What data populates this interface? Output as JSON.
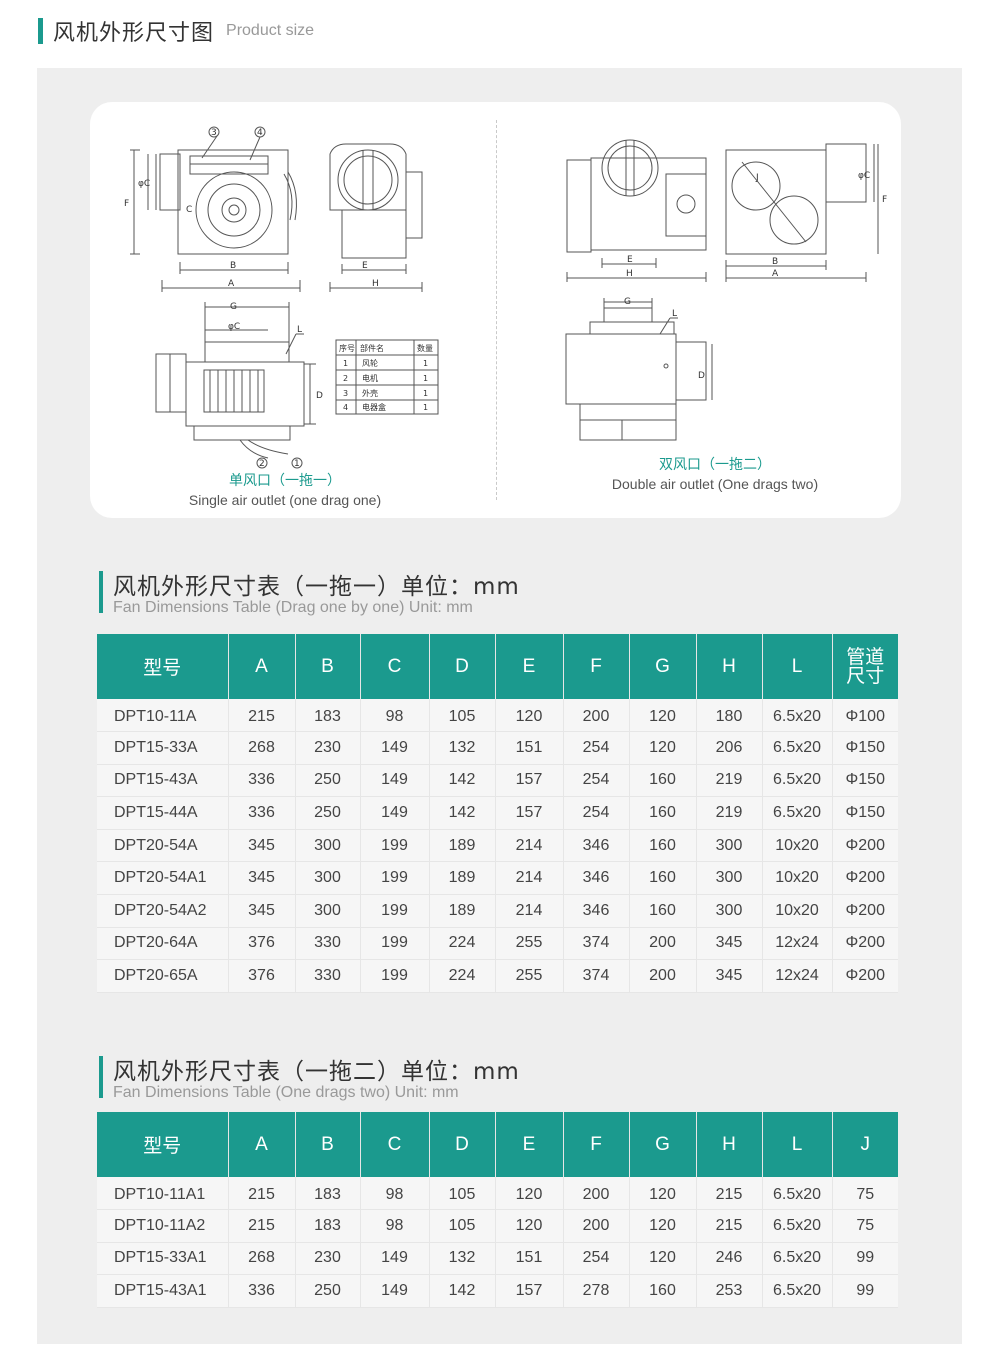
{
  "header": {
    "title_cn": "风机外形尺寸图",
    "title_en": "Product size"
  },
  "drawings": {
    "single": {
      "caption_cn": "单风口（一拖一）",
      "caption_en": "Single air outlet (one drag one)",
      "dims": {
        "A": "A",
        "B": "B",
        "C": "C",
        "D": "D",
        "E": "E",
        "F": "F",
        "G": "G",
        "H": "H",
        "L": "L",
        "phiC": "φC"
      },
      "callouts": [
        "1",
        "2",
        "3",
        "4"
      ],
      "parts_table": {
        "headers": [
          "序号",
          "部件名",
          "数量"
        ],
        "rows": [
          [
            "1",
            "风轮",
            "1"
          ],
          [
            "2",
            "电机",
            "1"
          ],
          [
            "3",
            "外壳",
            "1"
          ],
          [
            "4",
            "电器盒",
            "1"
          ]
        ]
      }
    },
    "double": {
      "caption_cn": "双风口（一拖二）",
      "caption_en": "Double air outlet (One drags two)",
      "dims": {
        "A": "A",
        "B": "B",
        "D": "D",
        "E": "E",
        "F": "F",
        "G": "G",
        "H": "H",
        "J": "J",
        "L": "L",
        "phiC": "φC"
      }
    }
  },
  "table1": {
    "title_cn": "风机外形尺寸表（一拖一）单位：mm",
    "title_en": "Fan Dimensions Table (Drag one by one) Unit: mm",
    "headers": [
      "型号",
      "A",
      "B",
      "C",
      "D",
      "E",
      "F",
      "G",
      "H",
      "L",
      "管道尺寸"
    ],
    "rows": [
      [
        "DPT10-11A",
        "215",
        "183",
        "98",
        "105",
        "120",
        "200",
        "120",
        "180",
        "6.5x20",
        "Φ100"
      ],
      [
        "DPT15-33A",
        "268",
        "230",
        "149",
        "132",
        "151",
        "254",
        "120",
        "206",
        "6.5x20",
        "Φ150"
      ],
      [
        "DPT15-43A",
        "336",
        "250",
        "149",
        "142",
        "157",
        "254",
        "160",
        "219",
        "6.5x20",
        "Φ150"
      ],
      [
        "DPT15-44A",
        "336",
        "250",
        "149",
        "142",
        "157",
        "254",
        "160",
        "219",
        "6.5x20",
        "Φ150"
      ],
      [
        "DPT20-54A",
        "345",
        "300",
        "199",
        "189",
        "214",
        "346",
        "160",
        "300",
        "10x20",
        "Φ200"
      ],
      [
        "DPT20-54A1",
        "345",
        "300",
        "199",
        "189",
        "214",
        "346",
        "160",
        "300",
        "10x20",
        "Φ200"
      ],
      [
        "DPT20-54A2",
        "345",
        "300",
        "199",
        "189",
        "214",
        "346",
        "160",
        "300",
        "10x20",
        "Φ200"
      ],
      [
        "DPT20-64A",
        "376",
        "330",
        "199",
        "224",
        "255",
        "374",
        "200",
        "345",
        "12x24",
        "Φ200"
      ],
      [
        "DPT20-65A",
        "376",
        "330",
        "199",
        "224",
        "255",
        "374",
        "200",
        "345",
        "12x24",
        "Φ200"
      ]
    ]
  },
  "table2": {
    "title_cn": "风机外形尺寸表（一拖二）单位：mm",
    "title_en": "Fan Dimensions Table (One drags two) Unit: mm",
    "headers": [
      "型号",
      "A",
      "B",
      "C",
      "D",
      "E",
      "F",
      "G",
      "H",
      "L",
      "J"
    ],
    "rows": [
      [
        "DPT10-11A1",
        "215",
        "183",
        "98",
        "105",
        "120",
        "200",
        "120",
        "215",
        "6.5x20",
        "75"
      ],
      [
        "DPT10-11A2",
        "215",
        "183",
        "98",
        "105",
        "120",
        "200",
        "120",
        "215",
        "6.5x20",
        "75"
      ],
      [
        "DPT15-33A1",
        "268",
        "230",
        "149",
        "132",
        "151",
        "254",
        "120",
        "246",
        "6.5x20",
        "99"
      ],
      [
        "DPT15-43A1",
        "336",
        "250",
        "149",
        "142",
        "157",
        "278",
        "160",
        "253",
        "6.5x20",
        "99"
      ]
    ]
  },
  "colors": {
    "accent": "#1b9a8e",
    "panel": "#eeeeee",
    "row": "#f6f6f6"
  }
}
